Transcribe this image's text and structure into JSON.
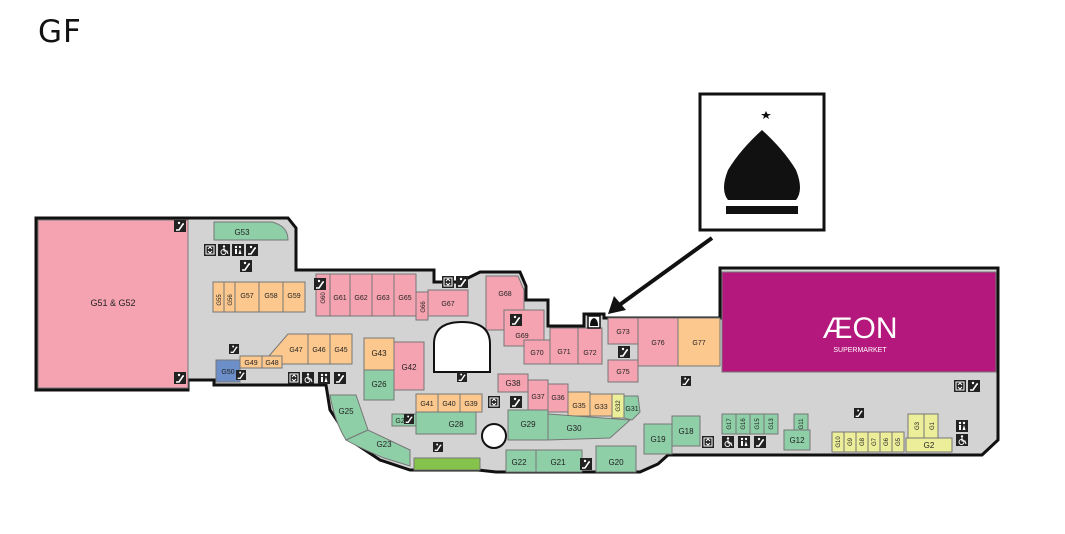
{
  "floor": {
    "label": "GF"
  },
  "map": {
    "anchor": {
      "brand": "ÆON",
      "sub": "SUPERMARKET"
    },
    "callout": {
      "icon": "mosque-prayer-room-icon"
    },
    "units": {
      "G51_52": "G51 & G52",
      "G53": "G53",
      "G55": "G55",
      "G56": "G56",
      "G57": "G57",
      "G58": "G58",
      "G59": "G59",
      "G60": "G60",
      "G61": "G61",
      "G62": "G62",
      "G63": "G63",
      "G65": "G65",
      "G66": "G66",
      "G67": "G67",
      "G68": "G68",
      "G69": "G69",
      "G70": "G70",
      "G71": "G71",
      "G72": "G72",
      "G73": "G73",
      "G75": "G75",
      "G76": "G76",
      "G77": "G77",
      "G47": "G47",
      "G46": "G46",
      "G45": "G45",
      "G49": "G49",
      "G48": "G48",
      "G50": "G50",
      "G43": "G43",
      "G42": "G42",
      "G26": "G26",
      "G25": "G25",
      "G23": "G23",
      "G27": "G27",
      "G28": "G28",
      "G41": "G41",
      "G40": "G40",
      "G39": "G39",
      "G38": "G38",
      "G37": "G37",
      "G36": "G36",
      "G35": "G35",
      "G33": "G33",
      "G32": "G32",
      "G31": "G31",
      "G29": "G29",
      "G30": "G30",
      "G22": "G22",
      "G21": "G21",
      "G20": "G20",
      "G19": "G19",
      "G18": "G18",
      "G17": "G17",
      "G16": "G16",
      "G15": "G15",
      "G13": "G13",
      "G11": "G11",
      "G12": "G12",
      "G10": "G10",
      "G9": "G9",
      "G8": "G8",
      "G7": "G7",
      "G6": "G6",
      "G5": "G5",
      "G3": "G3",
      "G2": "G2",
      "G1": "G1"
    },
    "colors": {
      "corridor": "#d3d3d3",
      "pink": "#f5a3b0",
      "peach": "#fcc88e",
      "green": "#8ecfa7",
      "yellow": "#ecee9a",
      "blue": "#6c8fc9",
      "lime": "#86c34a",
      "aeon": "#b5187d",
      "outline": "#111111"
    }
  }
}
